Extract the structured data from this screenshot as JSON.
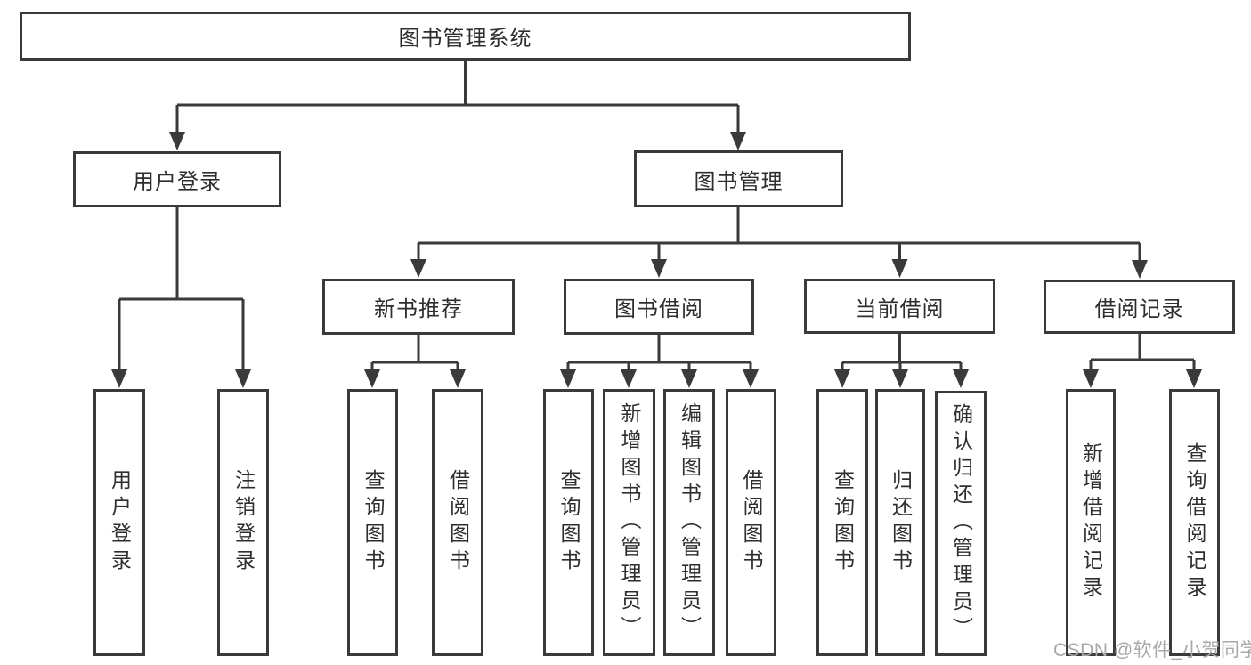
{
  "diagram": {
    "title": "图书管理系统",
    "branches": [
      {
        "label": "用户登录",
        "children": [
          "用户登录",
          "注销登录"
        ]
      },
      {
        "label": "图书管理",
        "modules": [
          {
            "label": "新书推荐",
            "children": [
              "查询图书",
              "借阅图书"
            ]
          },
          {
            "label": "图书借阅",
            "children": [
              "查询图书",
              "新增图书（管理员）",
              "编辑图书（管理员）",
              "借阅图书"
            ]
          },
          {
            "label": "当前借阅",
            "children": [
              "查询图书",
              "归还图书",
              "确认归还（管理员）"
            ]
          },
          {
            "label": "借阅记录",
            "children": [
              "新增借阅记录",
              "查询借阅记录"
            ]
          }
        ]
      }
    ]
  },
  "colors": {
    "line": "#3a3a3a",
    "text": "#2e2e2e",
    "watermark": "#a8a8a8"
  },
  "watermark": "CSDN @软件_小贺同学"
}
